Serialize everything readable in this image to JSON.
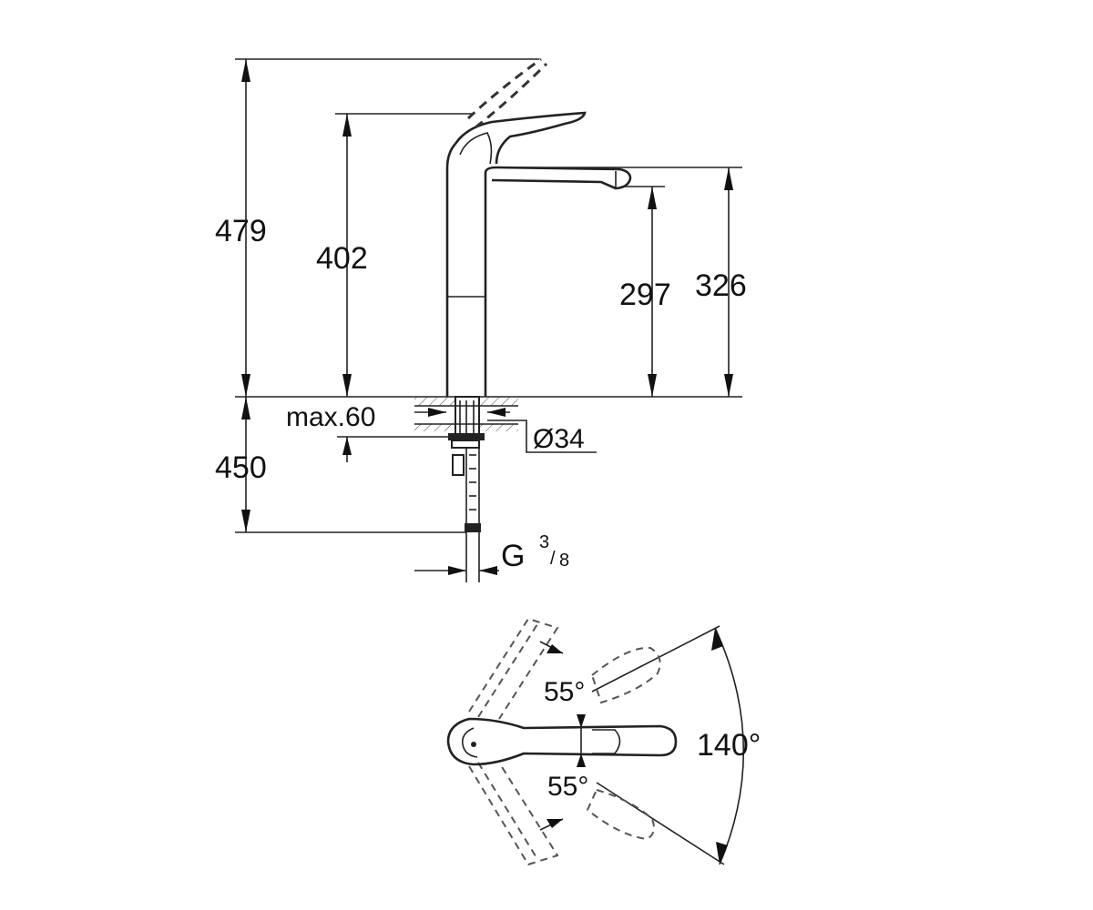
{
  "side_view": {
    "dim_total_height": "479",
    "dim_body_height": "402",
    "dim_spout_height": "326",
    "dim_outlet_clearance": "297",
    "dim_below_deck": "450",
    "dim_deck_thickness": "max.60",
    "dim_hole_diameter": "Ø34",
    "connection_prefix": "G",
    "connection_numerator": "3",
    "connection_denominator": "8"
  },
  "top_view": {
    "angle_upper": "55°",
    "angle_lower": "55°",
    "angle_swivel": "140°"
  }
}
